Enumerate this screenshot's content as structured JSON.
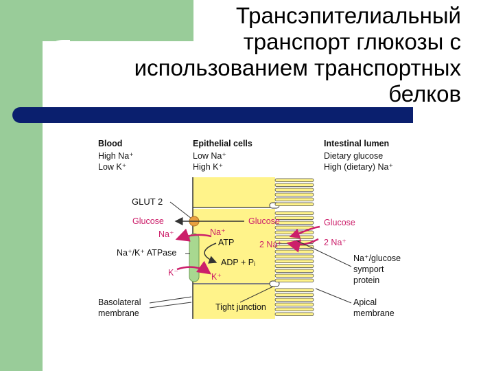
{
  "title": {
    "line1": "Трансэпителиальный",
    "line2": "транспорт глюкозы с",
    "line3": "использованием транспортных",
    "line4": "белков"
  },
  "headers": {
    "blood": "Blood",
    "blood_line1": "High Na⁺",
    "blood_line2": "Low K⁺",
    "cells": "Epithelial cells",
    "cells_line1": "Low Na⁺",
    "cells_line2": "High K⁺",
    "lumen": "Intestinal lumen",
    "lumen_line1": "Dietary glucose",
    "lumen_line2": "High (dietary) Na⁺"
  },
  "labels": {
    "glut2": "GLUT 2",
    "glucose_blood": "Glucose",
    "na_blood": "Na⁺",
    "na_k_atpase": "Na⁺/K⁺ ATPase",
    "k_blood": "K⁻",
    "na_cell": "Na⁺",
    "atp": "ATP",
    "adp_pi": "ADP + Pᵢ",
    "k_cell": "K⁺",
    "glucose_cell": "Glucose",
    "two_na_cell": "2 Na⁺",
    "glucose_lumen": "Glucose",
    "two_na_lumen": "2 Na⁺",
    "symport_1": "Na⁺/glucose",
    "symport_2": "symport",
    "symport_3": "protein",
    "basolateral_1": "Basolateral",
    "basolateral_2": "membrane",
    "tight_junction": "Tight junction",
    "apical_1": "Apical",
    "apical_2": "membrane"
  },
  "colors": {
    "cell_fill": "#fff38a",
    "accent_magenta": "#cc1f6a",
    "title_bar": "#0a1f6e",
    "side_bar": "#99cc99",
    "glut_orange": "#e8a040",
    "pump_green": "#a8d890"
  }
}
